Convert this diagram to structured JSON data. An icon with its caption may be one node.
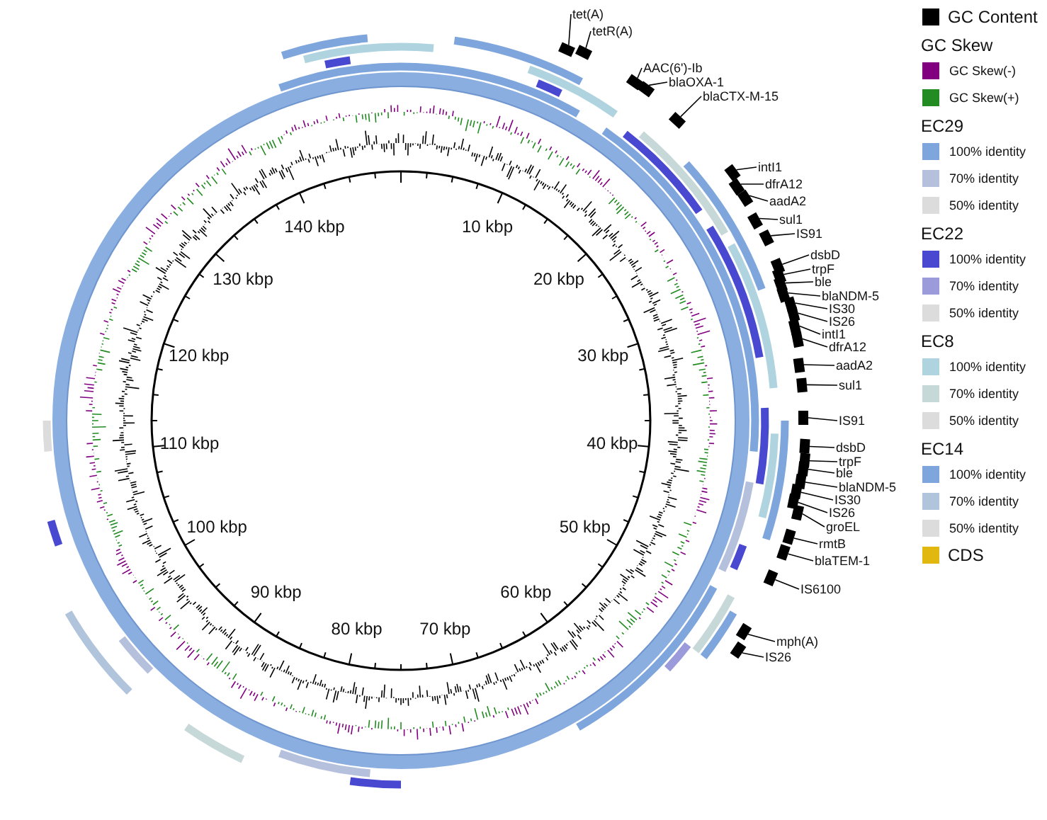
{
  "diagram": {
    "nodes": [
      {
        "text": [
          "tet(A)"
        ]
      },
      {
        "text": [],
        "shape": "bar"
      },
      {
        "text": [
          "tetR(A)"
        ]
      },
      {
        "text": [],
        "shape": "bar"
      },
      {
        "text": [
          "AAC(6')-Ib"
        ]
      },
      {
        "text": [],
        "shape": "bar"
      },
      {
        "text": [
          "blaOXA-1"
        ]
      },
      {
        "text": [],
        "shape": "bar"
      },
      {
        "text": [
          "blaCTX-M-15"
        ]
      },
      {
        "text": [],
        "shape": "bar"
      },
      {
        "text": [
          "intI1"
        ]
      },
      {
        "text": [],
        "shape": "bar"
      },
      {
        "text": [
          "dfrA12"
        ]
      },
      {
        "text": [],
        "shape": "bar"
      },
      {
        "text": [
          "aadA2"
        ]
      },
      {
        "text": [],
        "shape": "bar"
      },
      {
        "text": [
          "sul1"
        ]
      },
      {
        "text": [],
        "shape": "bar"
      },
      {
        "text": [
          "IS91"
        ]
      },
      {
        "text": [],
        "shape": "bar"
      },
      {
        "text": [
          "dsbD"
        ]
      },
      {
        "text": [],
        "shape": "bar"
      },
      {
        "text": [
          "trpF"
        ]
      },
      {
        "text": [],
        "shape": "bar"
      },
      {
        "text": [
          "ble"
        ]
      },
      {
        "text": [],
        "shape": "bar"
      },
      {
        "text": [
          "blaNDM-5"
        ]
      },
      {
        "text": [],
        "shape": "bar"
      },
      {
        "text": [
          "IS30"
        ]
      },
      {
        "text": [],
        "shape": "bar"
      },
      {
        "text": [
          "IS26"
        ]
      },
      {
        "text": [],
        "shape": "bar"
      },
      {
        "text": [
          "intI1"
        ]
      },
      {
        "text": [],
        "shape": "bar"
      },
      {
        "text": [
          "dfrA12"
        ]
      },
      {
        "text": [],
        "shape": "bar"
      },
      {
        "text": [
          "aadA2"
        ]
      },
      {
        "text": [],
        "shape": "bar"
      },
      {
        "text": [
          "sul1"
        ]
      },
      {
        "text": [],
        "shape": "bar"
      },
      {
        "text": [
          "IS91"
        ]
      },
      {
        "text": [],
        "shape": "bar"
      },
      {
        "text": [
          "dsbD"
        ]
      },
      {
        "text": [],
        "shape": "bar"
      },
      {
        "text": [
          "trpF"
        ]
      },
      {
        "text": [],
        "shape": "bar"
      },
      {
        "text": [
          "ble"
        ]
      },
      {
        "text": [],
        "shape": "bar"
      },
      {
        "text": [
          "blaNDM-5"
        ]
      },
      {
        "text": [],
        "shape": "bar"
      },
      {
        "text": [
          "IS30"
        ]
      },
      {
        "text": [],
        "shape": "bar"
      },
      {
        "text": [
          "IS26"
        ]
      },
      {
        "text": [],
        "shape": "bar"
      },
      {
        "text": [
          "groEL"
        ]
      },
      {
        "text": [],
        "shape": "bar"
      },
      {
        "text": [
          "rmtB"
        ]
      },
      {
        "text": [],
        "shape": "bar"
      },
      {
        "text": [
          "blaTEM-1"
        ]
      },
      {
        "text": [],
        "shape": "bar"
      },
      {
        "text": [
          "IS6100"
        ]
      },
      {
        "text": [],
        "shape": "bar"
      },
      {
        "text": [
          "mph(A)"
        ]
      },
      {
        "text": [],
        "shape": "bar"
      },
      {
        "text": [
          "IS26"
        ]
      },
      {
        "text": [],
        "shape": "bar"
      }
    ],
    "edges": [
      {
        "from": 0,
        "to": 1,
        "arrow": "none"
      },
      {
        "from": 2,
        "to": 3,
        "arrow": "none"
      },
      {
        "from": 4,
        "to": 5,
        "arrow": "none"
      },
      {
        "from": 6,
        "to": 7,
        "arrow": "none"
      },
      {
        "from": 8,
        "to": 9,
        "arrow": "none"
      },
      {
        "from": 10,
        "to": 11,
        "arrow": "none"
      },
      {
        "from": 12,
        "to": 13,
        "arrow": "none"
      },
      {
        "from": 14,
        "to": 15,
        "arrow": "none"
      },
      {
        "from": 16,
        "to": 17,
        "arrow": "none"
      },
      {
        "from": 18,
        "to": 19,
        "arrow": "none"
      },
      {
        "from": 20,
        "to": 21,
        "arrow": "none"
      },
      {
        "from": 22,
        "to": 23,
        "arrow": "none"
      },
      {
        "from": 24,
        "to": 25,
        "arrow": "none"
      },
      {
        "from": 26,
        "to": 27,
        "arrow": "none"
      },
      {
        "from": 28,
        "to": 29,
        "arrow": "none"
      },
      {
        "from": 30,
        "to": 31,
        "arrow": "none"
      },
      {
        "from": 32,
        "to": 33,
        "arrow": "none"
      },
      {
        "from": 34,
        "to": 35,
        "arrow": "none"
      },
      {
        "from": 36,
        "to": 37,
        "arrow": "none"
      },
      {
        "from": 38,
        "to": 39,
        "arrow": "none"
      },
      {
        "from": 40,
        "to": 41,
        "arrow": "none"
      },
      {
        "from": 42,
        "to": 43,
        "arrow": "none"
      },
      {
        "from": 44,
        "to": 45,
        "arrow": "none"
      },
      {
        "from": 46,
        "to": 47,
        "arrow": "none"
      },
      {
        "from": 48,
        "to": 49,
        "arrow": "none"
      },
      {
        "from": 50,
        "to": 51,
        "arrow": "none"
      },
      {
        "from": 52,
        "to": 53,
        "arrow": "none"
      },
      {
        "from": 54,
        "to": 55,
        "arrow": "none"
      },
      {
        "from": 56,
        "to": 57,
        "arrow": "none"
      },
      {
        "from": 58,
        "to": 59,
        "arrow": "none"
      },
      {
        "from": 60,
        "to": 61,
        "arrow": "none"
      },
      {
        "from": 62,
        "to": 63,
        "arrow": "none"
      },
      {
        "from": 64,
        "to": 65,
        "arrow": "none"
      }
    ],
    "labels": [
      "10 kbp",
      "20 kbp",
      "30 kbp",
      "40 kbp",
      "50 kbp",
      "60 kbp",
      "70 kbp",
      "80 kbp",
      "90 kbp",
      "100 kbp",
      "110 kbp",
      "120 kbp",
      "130 kbp",
      "140 kbp",
      "GC Skew",
      "EC29",
      "EC22",
      "EC8",
      "EC14"
    ],
    "legend": [
      {
        "text": "GC Content",
        "color": "#000000"
      },
      {
        "text": "GC Skew(-)",
        "color": "#800080"
      },
      {
        "text": "GC Skew(+)",
        "color": "#228b22"
      },
      {
        "text": "100% identity",
        "color": "#7ea6dc"
      },
      {
        "text": "70% identity",
        "color": "#b4c0dc"
      },
      {
        "text": "50% identity",
        "color": "#dcdcdc"
      },
      {
        "text": "100% identity",
        "color": "#4848d0"
      },
      {
        "text": "70% identity",
        "color": "#9b9bdc"
      },
      {
        "text": "50% identity",
        "color": "#dcdcdc"
      },
      {
        "text": "100% identity",
        "color": "#afd4e0"
      },
      {
        "text": "70% identity",
        "color": "#c6d8d8"
      },
      {
        "text": "50% identity",
        "color": "#dcdcdc"
      },
      {
        "text": "100% identity",
        "color": "#7ea6dc"
      },
      {
        "text": "70% identity",
        "color": "#b0c4dc"
      },
      {
        "text": "50% identity",
        "color": "#dcdcdc"
      },
      {
        "text": "CDS",
        "color": "#e0b810"
      }
    ]
  }
}
